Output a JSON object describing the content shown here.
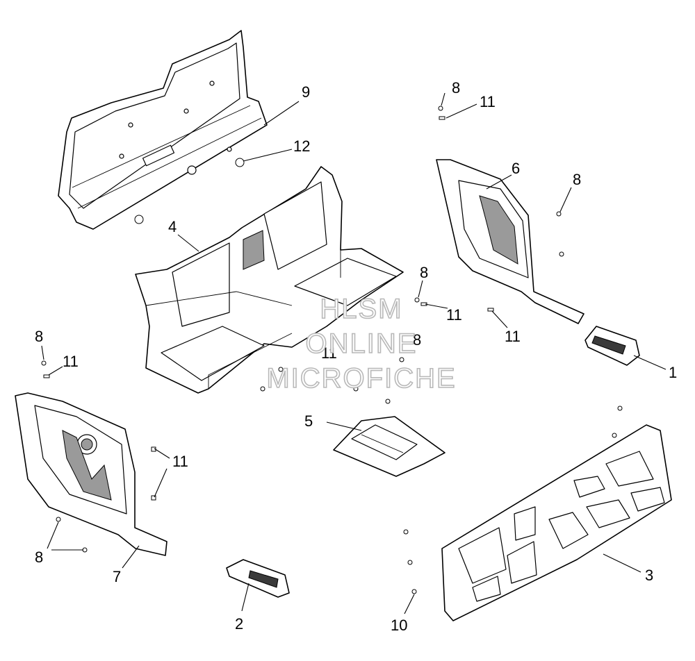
{
  "watermark": {
    "line1": "HLSM",
    "line2": "ONLINE",
    "line3": "MICROFICHE"
  },
  "callouts": [
    {
      "id": "c9",
      "label": "9"
    },
    {
      "id": "c12",
      "label": "12"
    },
    {
      "id": "c8a",
      "label": "8"
    },
    {
      "id": "c11a",
      "label": "11"
    },
    {
      "id": "c6",
      "label": "6"
    },
    {
      "id": "c8b",
      "label": "8"
    },
    {
      "id": "c4",
      "label": "4"
    },
    {
      "id": "c8c",
      "label": "8"
    },
    {
      "id": "c11b",
      "label": "11"
    },
    {
      "id": "c11c",
      "label": "11"
    },
    {
      "id": "c11d",
      "label": "11"
    },
    {
      "id": "c8d",
      "label": "8"
    },
    {
      "id": "c1",
      "label": "1"
    },
    {
      "id": "c8e",
      "label": "8"
    },
    {
      "id": "c11e",
      "label": "11"
    },
    {
      "id": "c5",
      "label": "5"
    },
    {
      "id": "c11f",
      "label": "11"
    },
    {
      "id": "c8f",
      "label": "8"
    },
    {
      "id": "c7",
      "label": "7"
    },
    {
      "id": "c3",
      "label": "3"
    },
    {
      "id": "c2",
      "label": "2"
    },
    {
      "id": "c10",
      "label": "10"
    }
  ]
}
